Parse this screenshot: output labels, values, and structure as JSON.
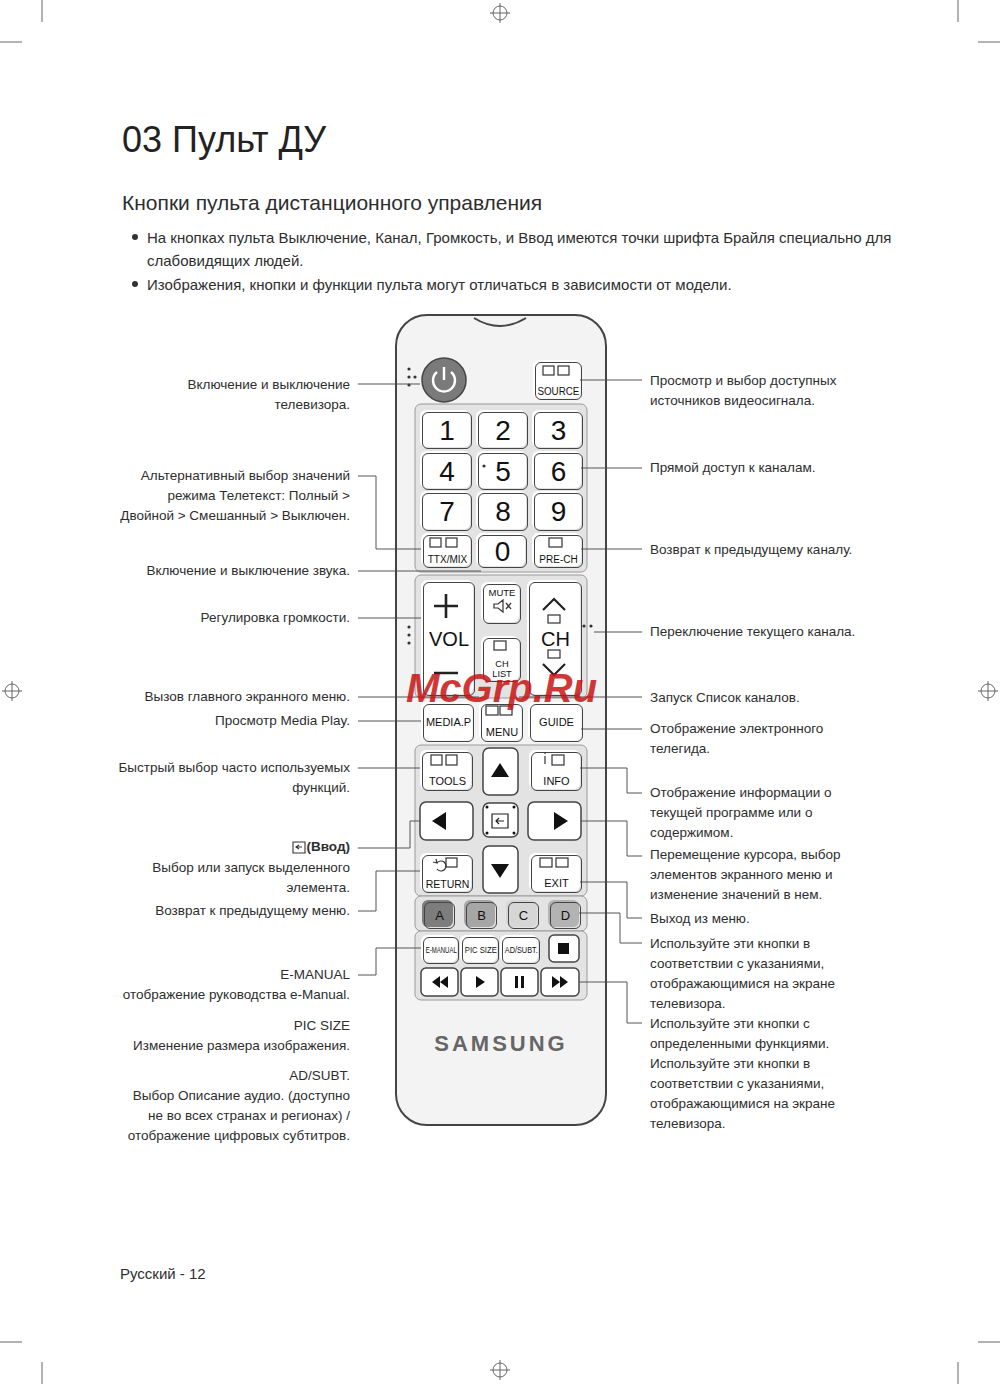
{
  "diagram": {
    "title": "03 Пульт ДУ",
    "nodes": [
      {
        "text": [
          "SAMSUNG"
        ]
      },
      {
        "text": [
          "SOURCE"
        ],
        "in": 0
      },
      {
        "text": [
          "1"
        ],
        "in": 0
      },
      {
        "text": [
          "2"
        ],
        "in": 0
      },
      {
        "text": [
          "3"
        ],
        "in": 0
      },
      {
        "text": [
          "4"
        ],
        "in": 0
      },
      {
        "text": [
          "5"
        ],
        "in": 0
      },
      {
        "text": [
          "6"
        ],
        "in": 0
      },
      {
        "text": [
          "7"
        ],
        "in": 0
      },
      {
        "text": [
          "8"
        ],
        "in": 0
      },
      {
        "text": [
          "9"
        ],
        "in": 0
      },
      {
        "text": [
          "TTX/MIX"
        ],
        "in": 0
      },
      {
        "text": [
          "0"
        ],
        "in": 0
      },
      {
        "text": [
          "PRE-CH"
        ],
        "in": 0
      },
      {
        "text": [
          "VOL"
        ],
        "in": 0
      },
      {
        "text": [
          "MUTE"
        ],
        "in": 0
      },
      {
        "text": [
          "CH"
        ],
        "in": 0
      },
      {
        "text": [
          "CH LIST"
        ],
        "in": 0
      },
      {
        "text": [
          "MEDIA.P"
        ],
        "in": 0
      },
      {
        "text": [
          "MENU"
        ],
        "in": 0
      },
      {
        "text": [
          "GUIDE"
        ],
        "in": 0
      },
      {
        "text": [
          "TOOLS"
        ],
        "in": 0
      },
      {
        "text": [
          "INFO"
        ],
        "in": 0
      },
      {
        "text": [
          "RETURN"
        ],
        "in": 0
      },
      {
        "text": [
          "EXIT"
        ],
        "in": 0
      },
      {
        "text": [
          "A"
        ],
        "in": 0
      },
      {
        "text": [
          "B"
        ],
        "in": 0
      },
      {
        "text": [
          "C"
        ],
        "in": 0
      },
      {
        "text": [
          "D"
        ],
        "in": 0
      },
      {
        "text": [
          "E-MANUAL"
        ],
        "in": 0
      },
      {
        "text": [
          "PIC SIZE"
        ],
        "in": 0
      },
      {
        "text": [
          "AD/SUBT."
        ],
        "in": 0
      }
    ],
    "labels": [
      "Кнопки пульта дистанционного управления",
      "На кнопках пульта Выключение, Канал, Громкость, и Ввод имеются точки шрифта Брайля специально для слабовидящих людей.",
      "Изображения, кнопки и функции пульта могут отличаться в зависимости от модели.",
      "Включение и выключение телевизора.",
      "Альтернативный выбор значений режима Телетекст: Полный > Двойной > Смешанный > Выключен.",
      "Включение и выключение звука.",
      "Регулировка громкости.",
      "Вызов главного экранного меню.",
      "Просмотр Media Play.",
      "Быстрый выбор часто используемых функций.",
      "(Ввод)",
      "Выбор или запуск выделенного элемента.",
      "Возврат к предыдущему меню.",
      "E-MANUAL",
      "отображение руководства e-Manual.",
      "PIC SIZE",
      "Изменение размера изображения.",
      "AD/SUBT.",
      "Выбор Описание аудио. (доступно не во всех странах и регионах) / отображение цифровых субтитров.",
      "Просмотр и выбор доступных источников видеосигнала.",
      "Прямой доступ к каналам.",
      "Возврат к предыдущему каналу.",
      "Переключение текущего канала.",
      "Запуск Список каналов.",
      "Отображение электронного телегида.",
      "Отображение информации о текущей программе или о содержимом.",
      "Перемещение курсора, выбор элементов экранного меню и изменение значений в нем.",
      "Выход из меню.",
      "Используйте эти кнопки в соответствии с указаниями, отображающимися на экране телевизора.",
      "Используйте эти кнопки с определенными функциями.",
      "Используйте эти кнопки в соответствии с указаниями, отображающимися на экране телевизора.",
      "McGrp.Ru",
      "Русский - 12"
    ]
  }
}
